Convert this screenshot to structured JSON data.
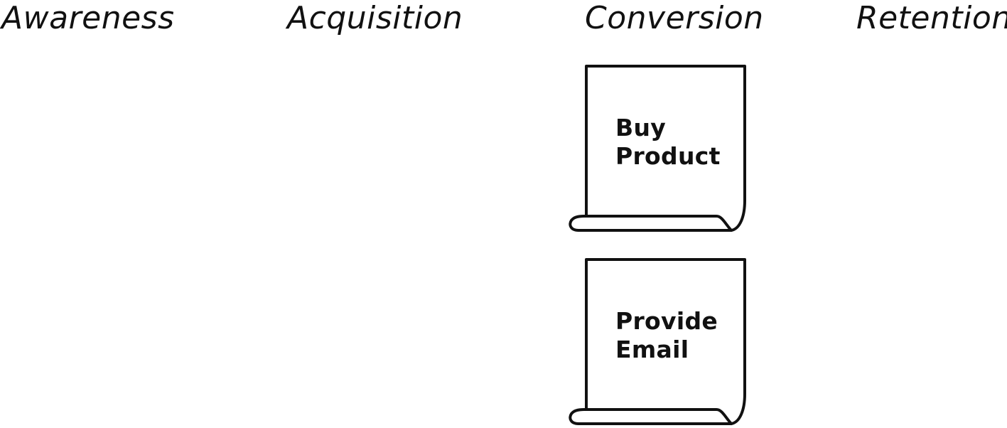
{
  "stages": {
    "awareness": "Awareness",
    "acquisition": "Acquisition",
    "conversion": "Conversion",
    "retention": "Retention"
  },
  "notes": [
    {
      "line1": "Buy",
      "line2": "Product"
    },
    {
      "line1": "Provide",
      "line2": "Email"
    }
  ],
  "colors": {
    "ink": "#111111",
    "background": "#ffffff"
  }
}
